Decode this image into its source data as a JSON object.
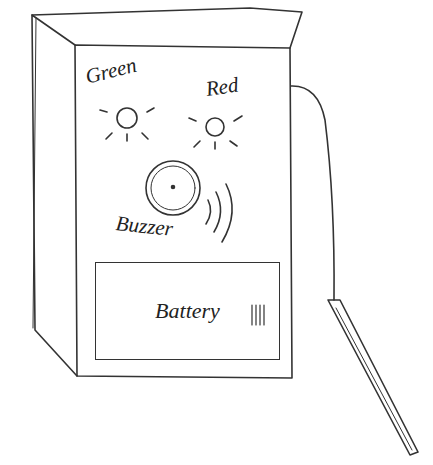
{
  "diagram": {
    "nodes": [
      {
        "text": [
          "Battery"
        ]
      }
    ],
    "labels": [
      "Green",
      "Red",
      "Buzzer"
    ]
  }
}
